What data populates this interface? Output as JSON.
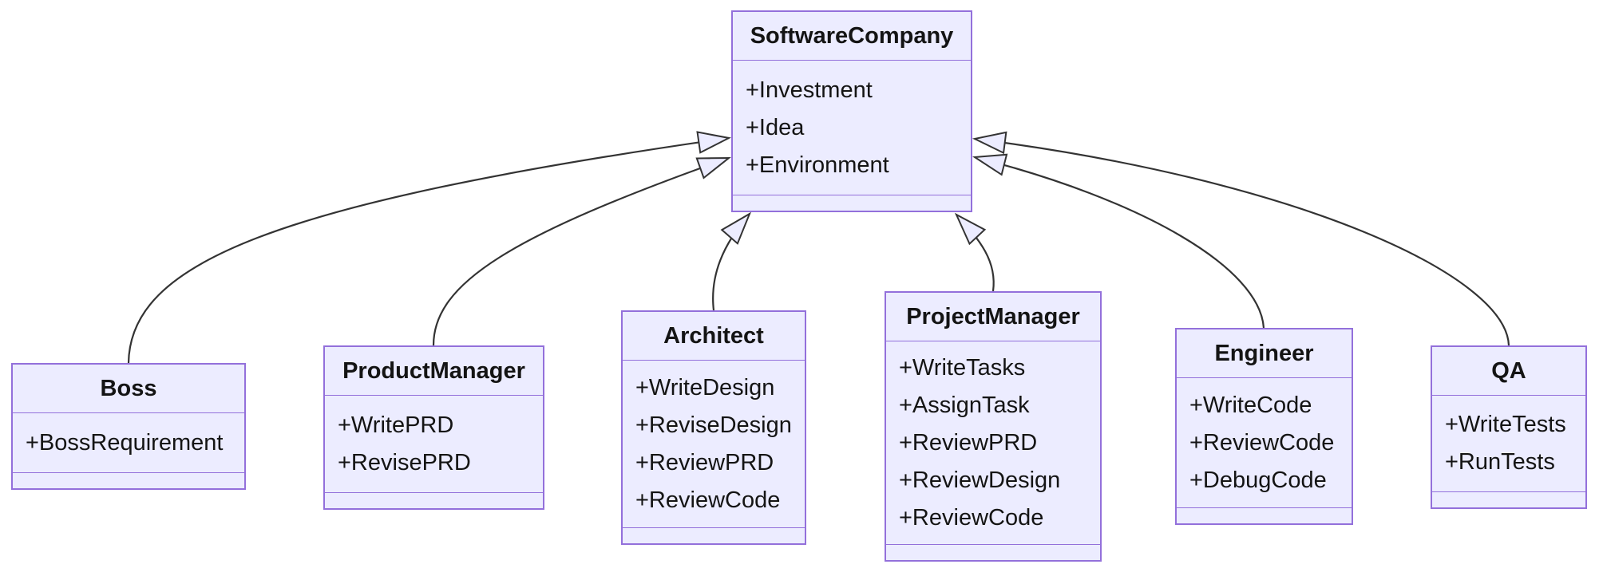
{
  "diagram": {
    "type": "uml-class-diagram",
    "classes": [
      {
        "name": "SoftwareCompany",
        "attributes": [
          "+Investment",
          "+Idea",
          "+Environment"
        ],
        "methods": []
      },
      {
        "name": "Boss",
        "attributes": [
          "+BossRequirement"
        ],
        "methods": []
      },
      {
        "name": "ProductManager",
        "attributes": [
          "+WritePRD",
          "+RevisePRD"
        ],
        "methods": []
      },
      {
        "name": "Architect",
        "attributes": [
          "+WriteDesign",
          "+ReviseDesign",
          "+ReviewPRD",
          "+ReviewCode"
        ],
        "methods": []
      },
      {
        "name": "ProjectManager",
        "attributes": [
          "+WriteTasks",
          "+AssignTask",
          "+ReviewPRD",
          "+ReviewDesign",
          "+ReviewCode"
        ],
        "methods": []
      },
      {
        "name": "Engineer",
        "attributes": [
          "+WriteCode",
          "+ReviewCode",
          "+DebugCode"
        ],
        "methods": []
      },
      {
        "name": "QA",
        "attributes": [
          "+WriteTests",
          "+RunTests"
        ],
        "methods": []
      }
    ],
    "relationships": [
      {
        "from": "Boss",
        "to": "SoftwareCompany",
        "type": "inheritance"
      },
      {
        "from": "ProductManager",
        "to": "SoftwareCompany",
        "type": "inheritance"
      },
      {
        "from": "Architect",
        "to": "SoftwareCompany",
        "type": "inheritance"
      },
      {
        "from": "ProjectManager",
        "to": "SoftwareCompany",
        "type": "inheritance"
      },
      {
        "from": "Engineer",
        "to": "SoftwareCompany",
        "type": "inheritance"
      },
      {
        "from": "QA",
        "to": "SoftwareCompany",
        "type": "inheritance"
      }
    ],
    "colors": {
      "box_fill": "#ECECFF",
      "box_border": "#9370DB",
      "edge": "#333333",
      "text": "#141414",
      "background": "#FFFFFF"
    }
  }
}
